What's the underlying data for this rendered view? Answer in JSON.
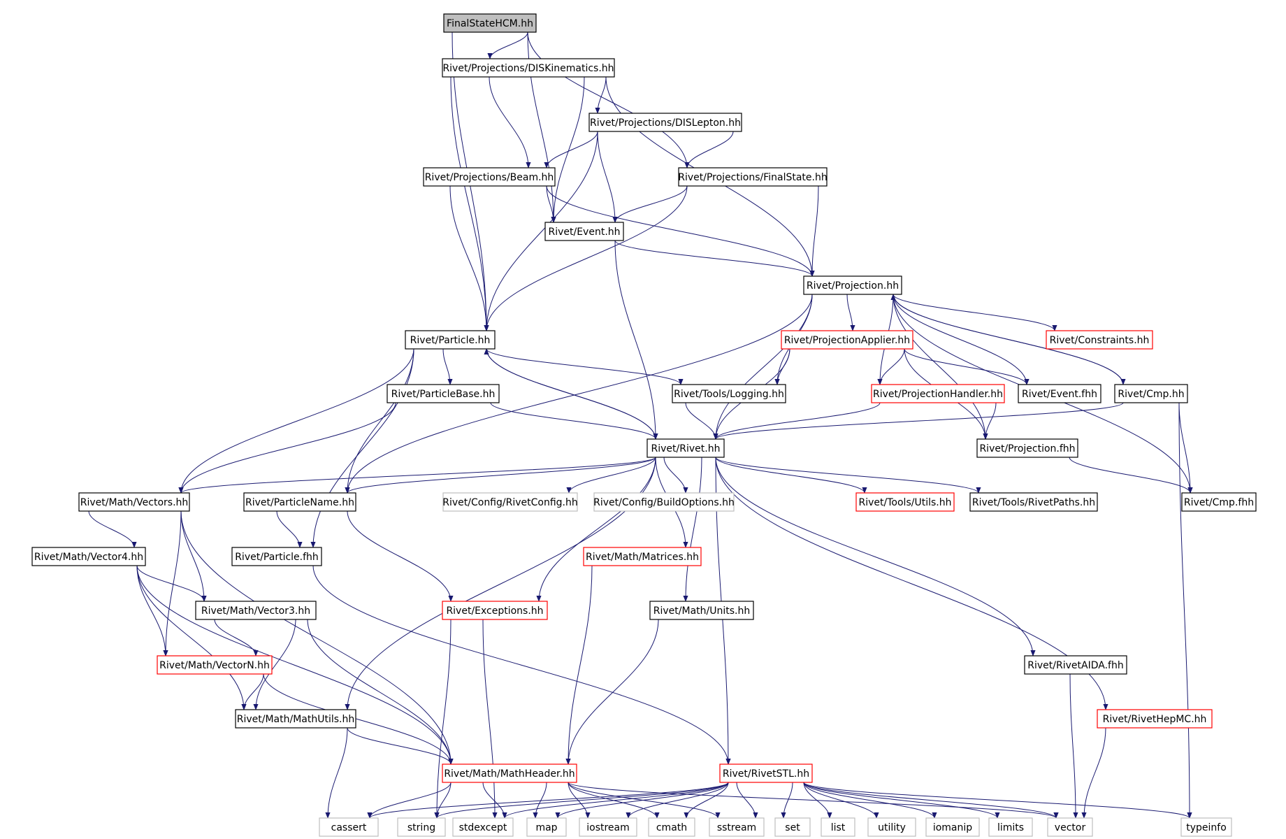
{
  "graph": {
    "colors": {
      "edge": "#191970",
      "root_fill": "#bfbfbf",
      "border_normal": "#000000",
      "border_missing_doc": "#ff0000",
      "border_external": "#bfbfbf"
    },
    "nodes": [
      {
        "id": "FinalStateHCM",
        "label": "FinalStateHCM.hh",
        "style": "root"
      },
      {
        "id": "DISKinematics",
        "label": "Rivet/Projections/DISKinematics.hh",
        "style": "normal"
      },
      {
        "id": "DISLepton",
        "label": "Rivet/Projections/DISLepton.hh",
        "style": "normal"
      },
      {
        "id": "Beam",
        "label": "Rivet/Projections/Beam.hh",
        "style": "normal"
      },
      {
        "id": "FinalState",
        "label": "Rivet/Projections/FinalState.hh",
        "style": "normal"
      },
      {
        "id": "Event",
        "label": "Rivet/Event.hh",
        "style": "normal"
      },
      {
        "id": "Projection",
        "label": "Rivet/Projection.hh",
        "style": "normal"
      },
      {
        "id": "Particle",
        "label": "Rivet/Particle.hh",
        "style": "normal"
      },
      {
        "id": "ProjectionApplier",
        "label": "Rivet/ProjectionApplier.hh",
        "style": "red"
      },
      {
        "id": "Constraints",
        "label": "Rivet/Constraints.hh",
        "style": "red"
      },
      {
        "id": "ParticleBase",
        "label": "Rivet/ParticleBase.hh",
        "style": "normal"
      },
      {
        "id": "Logging",
        "label": "Rivet/Tools/Logging.hh",
        "style": "normal"
      },
      {
        "id": "ProjectionHandler",
        "label": "Rivet/ProjectionHandler.hh",
        "style": "red"
      },
      {
        "id": "EventFhh",
        "label": "Rivet/Event.fhh",
        "style": "normal"
      },
      {
        "id": "Cmp",
        "label": "Rivet/Cmp.hh",
        "style": "normal"
      },
      {
        "id": "Rivet",
        "label": "Rivet/Rivet.hh",
        "style": "normal"
      },
      {
        "id": "ProjectionFhh",
        "label": "Rivet/Projection.fhh",
        "style": "normal"
      },
      {
        "id": "Vectors",
        "label": "Rivet/Math/Vectors.hh",
        "style": "normal"
      },
      {
        "id": "ParticleName",
        "label": "Rivet/ParticleName.hh",
        "style": "normal"
      },
      {
        "id": "RivetConfig",
        "label": "Rivet/Config/RivetConfig.hh",
        "style": "ext"
      },
      {
        "id": "BuildOptions",
        "label": "Rivet/Config/BuildOptions.hh",
        "style": "ext"
      },
      {
        "id": "Utils",
        "label": "Rivet/Tools/Utils.hh",
        "style": "red"
      },
      {
        "id": "RivetPaths",
        "label": "Rivet/Tools/RivetPaths.hh",
        "style": "normal"
      },
      {
        "id": "CmpFhh",
        "label": "Rivet/Cmp.fhh",
        "style": "normal"
      },
      {
        "id": "Vector4",
        "label": "Rivet/Math/Vector4.hh",
        "style": "normal"
      },
      {
        "id": "ParticleFhh",
        "label": "Rivet/Particle.fhh",
        "style": "normal"
      },
      {
        "id": "Matrices",
        "label": "Rivet/Math/Matrices.hh",
        "style": "red"
      },
      {
        "id": "Vector3",
        "label": "Rivet/Math/Vector3.hh",
        "style": "normal"
      },
      {
        "id": "Exceptions",
        "label": "Rivet/Exceptions.hh",
        "style": "red"
      },
      {
        "id": "Units",
        "label": "Rivet/Math/Units.hh",
        "style": "normal"
      },
      {
        "id": "VectorN",
        "label": "Rivet/Math/VectorN.hh",
        "style": "red"
      },
      {
        "id": "RivetAIDA",
        "label": "Rivet/RivetAIDA.fhh",
        "style": "normal"
      },
      {
        "id": "MathUtils",
        "label": "Rivet/Math/MathUtils.hh",
        "style": "normal"
      },
      {
        "id": "RivetHepMC",
        "label": "Rivet/RivetHepMC.hh",
        "style": "red"
      },
      {
        "id": "MathHeader",
        "label": "Rivet/Math/MathHeader.hh",
        "style": "red"
      },
      {
        "id": "RivetSTL",
        "label": "Rivet/RivetSTL.hh",
        "style": "red"
      },
      {
        "id": "cassert",
        "label": "cassert",
        "style": "ext"
      },
      {
        "id": "string",
        "label": "string",
        "style": "ext"
      },
      {
        "id": "stdexcept",
        "label": "stdexcept",
        "style": "ext"
      },
      {
        "id": "map",
        "label": "map",
        "style": "ext"
      },
      {
        "id": "iostream",
        "label": "iostream",
        "style": "ext"
      },
      {
        "id": "cmath",
        "label": "cmath",
        "style": "ext"
      },
      {
        "id": "sstream",
        "label": "sstream",
        "style": "ext"
      },
      {
        "id": "set",
        "label": "set",
        "style": "ext"
      },
      {
        "id": "list",
        "label": "list",
        "style": "ext"
      },
      {
        "id": "utility",
        "label": "utility",
        "style": "ext"
      },
      {
        "id": "iomanip",
        "label": "iomanip",
        "style": "ext"
      },
      {
        "id": "limits",
        "label": "limits",
        "style": "ext"
      },
      {
        "id": "vector",
        "label": "vector",
        "style": "ext"
      },
      {
        "id": "typeinfo",
        "label": "typeinfo",
        "style": "ext"
      }
    ],
    "edges": [
      [
        "FinalStateHCM",
        "DISKinematics"
      ],
      [
        "FinalStateHCM",
        "FinalState"
      ],
      [
        "FinalStateHCM",
        "Event"
      ],
      [
        "FinalStateHCM",
        "Particle"
      ],
      [
        "DISKinematics",
        "DISLepton"
      ],
      [
        "DISKinematics",
        "Beam"
      ],
      [
        "DISKinematics",
        "Event"
      ],
      [
        "DISKinematics",
        "Projection"
      ],
      [
        "DISKinematics",
        "Particle"
      ],
      [
        "DISLepton",
        "Beam"
      ],
      [
        "DISLepton",
        "FinalState"
      ],
      [
        "DISLepton",
        "Event"
      ],
      [
        "DISLepton",
        "Particle"
      ],
      [
        "Beam",
        "Event"
      ],
      [
        "Beam",
        "Particle"
      ],
      [
        "Beam",
        "Projection"
      ],
      [
        "FinalState",
        "Event"
      ],
      [
        "FinalState",
        "Projection"
      ],
      [
        "FinalState",
        "Particle"
      ],
      [
        "Event",
        "Projection"
      ],
      [
        "Event",
        "Rivet"
      ],
      [
        "Projection",
        "ProjectionApplier"
      ],
      [
        "Projection",
        "Constraints"
      ],
      [
        "Projection",
        "ProjectionHandler"
      ],
      [
        "Projection",
        "Logging"
      ],
      [
        "Projection",
        "EventFhh"
      ],
      [
        "Projection",
        "Cmp"
      ],
      [
        "Projection",
        "ProjectionFhh"
      ],
      [
        "Projection",
        "CmpFhh"
      ],
      [
        "Projection",
        "Rivet"
      ],
      [
        "Projection",
        "ParticleName"
      ],
      [
        "Particle",
        "ParticleBase"
      ],
      [
        "Particle",
        "Logging"
      ],
      [
        "Particle",
        "Rivet"
      ],
      [
        "Particle",
        "Vectors"
      ],
      [
        "Particle",
        "ParticleName"
      ],
      [
        "Particle",
        "ParticleFhh"
      ],
      [
        "ProjectionApplier",
        "Logging"
      ],
      [
        "ProjectionApplier",
        "ProjectionHandler"
      ],
      [
        "ProjectionApplier",
        "EventFhh"
      ],
      [
        "ProjectionApplier",
        "ProjectionFhh"
      ],
      [
        "ProjectionApplier",
        "Rivet"
      ],
      [
        "ParticleBase",
        "Rivet"
      ],
      [
        "ParticleBase",
        "Vectors"
      ],
      [
        "Logging",
        "Rivet"
      ],
      [
        "ProjectionHandler",
        "Rivet"
      ],
      [
        "ProjectionHandler",
        "ProjectionFhh"
      ],
      [
        "Cmp",
        "Rivet"
      ],
      [
        "Cmp",
        "CmpFhh"
      ],
      [
        "Cmp",
        "Projection"
      ],
      [
        "Cmp",
        "typeinfo"
      ],
      [
        "Rivet",
        "Particle"
      ],
      [
        "Rivet",
        "Vectors"
      ],
      [
        "Rivet",
        "ParticleName"
      ],
      [
        "Rivet",
        "RivetConfig"
      ],
      [
        "Rivet",
        "BuildOptions"
      ],
      [
        "Rivet",
        "Utils"
      ],
      [
        "Rivet",
        "RivetPaths"
      ],
      [
        "Rivet",
        "Matrices"
      ],
      [
        "Rivet",
        "Exceptions"
      ],
      [
        "Rivet",
        "Units"
      ],
      [
        "Rivet",
        "MathUtils"
      ],
      [
        "Rivet",
        "RivetAIDA"
      ],
      [
        "Rivet",
        "RivetHepMC"
      ],
      [
        "Rivet",
        "RivetSTL"
      ],
      [
        "ProjectionFhh",
        "CmpFhh"
      ],
      [
        "Vectors",
        "Vector4"
      ],
      [
        "Vectors",
        "Vector3"
      ],
      [
        "Vectors",
        "VectorN"
      ],
      [
        "Vectors",
        "MathHeader"
      ],
      [
        "ParticleName",
        "ParticleFhh"
      ],
      [
        "ParticleName",
        "Exceptions"
      ],
      [
        "Vector4",
        "Vector3"
      ],
      [
        "Vector4",
        "VectorN"
      ],
      [
        "Vector4",
        "MathUtils"
      ],
      [
        "Vector4",
        "MathHeader"
      ],
      [
        "ParticleFhh",
        "RivetSTL"
      ],
      [
        "Matrices",
        "MathHeader"
      ],
      [
        "Vector3",
        "VectorN"
      ],
      [
        "Vector3",
        "MathUtils"
      ],
      [
        "Vector3",
        "MathHeader"
      ],
      [
        "Exceptions",
        "string"
      ],
      [
        "Exceptions",
        "stdexcept"
      ],
      [
        "Units",
        "MathHeader"
      ],
      [
        "VectorN",
        "MathUtils"
      ],
      [
        "VectorN",
        "MathHeader"
      ],
      [
        "RivetAIDA",
        "vector"
      ],
      [
        "MathUtils",
        "MathHeader"
      ],
      [
        "MathUtils",
        "cassert"
      ],
      [
        "RivetHepMC",
        "vector"
      ],
      [
        "MathHeader",
        "string"
      ],
      [
        "MathHeader",
        "stdexcept"
      ],
      [
        "MathHeader",
        "map"
      ],
      [
        "MathHeader",
        "iostream"
      ],
      [
        "MathHeader",
        "cmath"
      ],
      [
        "MathHeader",
        "sstream"
      ],
      [
        "MathHeader",
        "vector"
      ],
      [
        "MathHeader",
        "cassert"
      ],
      [
        "RivetSTL",
        "typeinfo"
      ],
      [
        "RivetSTL",
        "cassert"
      ],
      [
        "RivetSTL",
        "string"
      ],
      [
        "RivetSTL",
        "stdexcept"
      ],
      [
        "RivetSTL",
        "map"
      ],
      [
        "RivetSTL",
        "iostream"
      ],
      [
        "RivetSTL",
        "cmath"
      ],
      [
        "RivetSTL",
        "sstream"
      ],
      [
        "RivetSTL",
        "set"
      ],
      [
        "RivetSTL",
        "list"
      ],
      [
        "RivetSTL",
        "utility"
      ],
      [
        "RivetSTL",
        "iomanip"
      ],
      [
        "RivetSTL",
        "limits"
      ],
      [
        "RivetSTL",
        "vector"
      ]
    ]
  }
}
